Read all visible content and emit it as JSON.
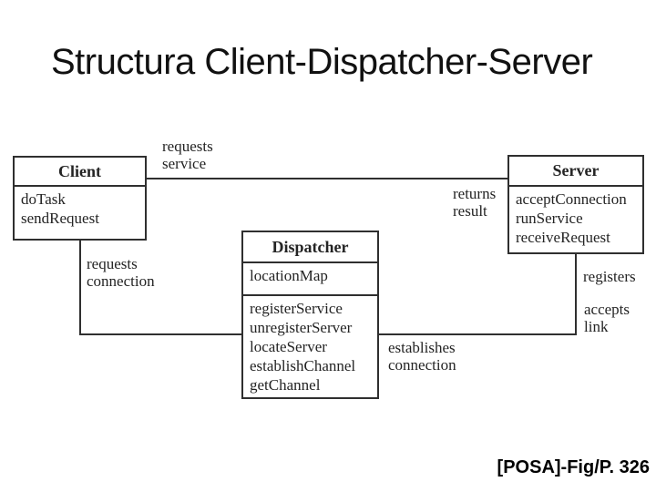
{
  "slide": {
    "title": "Structura Client-Dispatcher-Server",
    "caption": "[POSA]-Fig/P. 326"
  },
  "diagram": {
    "type": "uml-class-diagram",
    "pattern": "Client-Dispatcher-Server",
    "classes": {
      "client": {
        "name": "Client",
        "operations": [
          "doTask",
          "sendRequest"
        ]
      },
      "dispatcher": {
        "name": "Dispatcher",
        "attributes": [
          "locationMap"
        ],
        "operations": [
          "registerService",
          "unregisterServer",
          "locateServer",
          "establishChannel",
          "getChannel"
        ]
      },
      "server": {
        "name": "Server",
        "operations": [
          "acceptConnection",
          "runService",
          "receiveRequest"
        ]
      }
    },
    "labels": {
      "requests_service": [
        "requests",
        "service"
      ],
      "returns_result": [
        "returns",
        "result"
      ],
      "requests_connection": [
        "requests",
        "connection"
      ],
      "registers": [
        "registers"
      ],
      "accepts_link": [
        "accepts",
        "link"
      ],
      "establishes_connection": [
        "establishes",
        "connection"
      ]
    },
    "relations": [
      {
        "from": "Client",
        "to": "Server",
        "labels": [
          "requests service",
          "returns result"
        ]
      },
      {
        "from": "Client",
        "to": "Dispatcher",
        "labels": [
          "requests connection"
        ]
      },
      {
        "from": "Server",
        "to": "Dispatcher",
        "labels": [
          "registers",
          "accepts link",
          "establishes connection"
        ]
      }
    ]
  },
  "colors": {
    "background": "#ffffff",
    "ink": "#242424",
    "line": "#2f2f2f"
  }
}
